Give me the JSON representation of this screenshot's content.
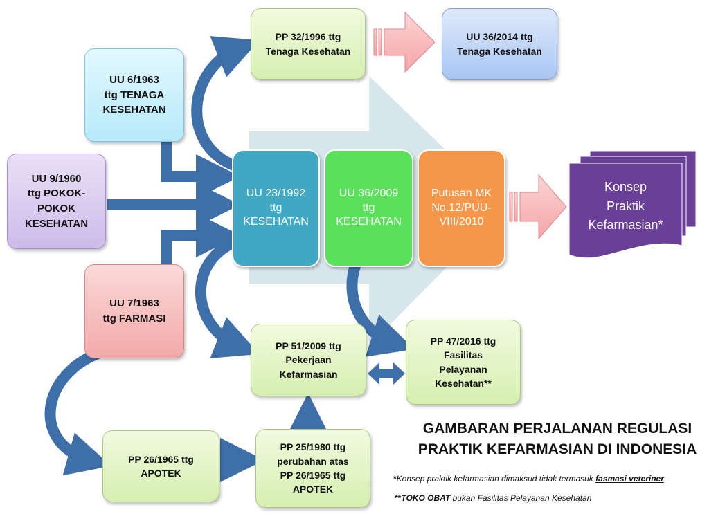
{
  "boxes": {
    "pp32_1996": "PP 32/1996 ttg\nTenaga Kesehatan",
    "uu36_2014": "UU 36/2014 ttg\nTenaga Kesehatan",
    "uu6_1963": "UU 6/1963\nttg TENAGA\nKESEHATAN",
    "uu9_1960": "UU 9/1960\nttg POKOK-\nPOKOK\nKESEHATAN",
    "uu7_1963": "UU 7/1963\nttg FARMASI",
    "uu23_1992": "UU 23/1992\nttg\nKESEHATAN",
    "uu36_2009": "UU 36/2009\nttg\nKESEHATAN",
    "putusan_mk": "Putusan MK\nNo.12/PUU-\nVIII/2010",
    "konsep": "Konsep\nPraktik\nKefarmasian*",
    "pp51_2009": "PP 51/2009 ttg\nPekerjaan\nKefarmasian",
    "pp47_2016": "PP 47/2016 ttg\nFasilitas\nPelayanan\nKesehatan**",
    "pp26_1965": "PP 26/1965 ttg\nAPOTEK",
    "pp25_1980": "PP 25/1980 ttg\nperubahan atas\nPP 26/1965 ttg\nAPOTEK"
  },
  "title": {
    "line1": "GAMBARAN PERJALANAN REGULASI",
    "line2": "PRAKTIK KEFARMASIAN DI INDONESIA"
  },
  "notes": {
    "note1_star": "*",
    "note1_text": "Konsep praktik kefarmasian dimaksud tidak termasuk ",
    "note1_emph": "fasmasi veteriner",
    "note1_end": ".",
    "note2_star": "**",
    "note2_bold": "TOKO OBAT",
    "note2_text": " bukan Fasilitas Pelayanan Kesehatan"
  },
  "colors": {
    "blue_arrow": "#3f6fa8",
    "pink_arrow": "#f8b9bb",
    "background_arrow": "#d3e3ea",
    "uu23": "#41a8c3",
    "uu36_2009": "#5be05b",
    "putusan": "#f5974b",
    "konsep": "#6a3f96"
  }
}
